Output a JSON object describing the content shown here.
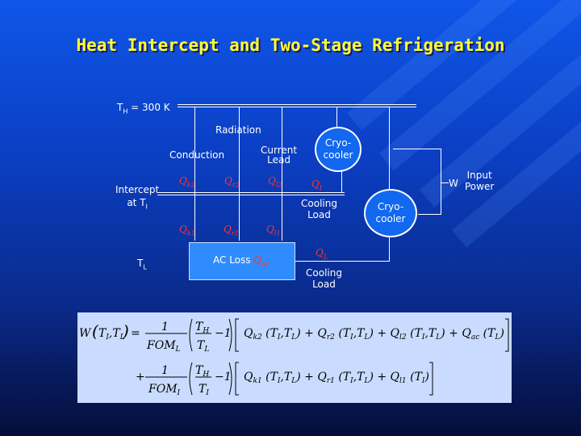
{
  "title": "Heat Intercept and Two-Stage Refrigeration",
  "diagram": {
    "th_label": "T",
    "th_sub": "H",
    "th_value": " = 300 K",
    "radiation": "Radiation",
    "conduction": "Conduction",
    "current_lead": [
      "Current",
      "Lead"
    ],
    "intercept": [
      "Intercept",
      "at T"
    ],
    "intercept_sub": "I",
    "tl_label": "T",
    "tl_sub": "L",
    "cryocooler_top": [
      "Cryo-",
      "cooler"
    ],
    "cryocooler_bottom": [
      "Cryo-",
      "cooler"
    ],
    "w_label": "W",
    "input_power": [
      "Input",
      "Power"
    ],
    "cooling_load_intercept": [
      "Cooling",
      "Load"
    ],
    "cooling_load_low": [
      "Cooling",
      "Load"
    ],
    "ac_loss": "AC Loss",
    "heat_flows": {
      "qk2": {
        "q": "Q",
        "sub": "k2"
      },
      "qr2": {
        "q": "Q",
        "sub": "r2"
      },
      "ql2": {
        "q": "Q",
        "sub": "l2"
      },
      "qi": {
        "q": "Q",
        "sub": "I"
      },
      "qk1": {
        "q": "Q",
        "sub": "k1"
      },
      "qr1": {
        "q": "Q",
        "sub": "r1"
      },
      "ql1": {
        "q": "Q",
        "sub": "l1"
      },
      "qac": {
        "q": "Q",
        "sub": "ac"
      },
      "ql": {
        "q": "Q",
        "sub": "L"
      }
    }
  },
  "colors": {
    "accent": "#ffff33",
    "heat": "#ff3333",
    "box": "#2f8cff",
    "equation_bg": "#c9dcff"
  }
}
